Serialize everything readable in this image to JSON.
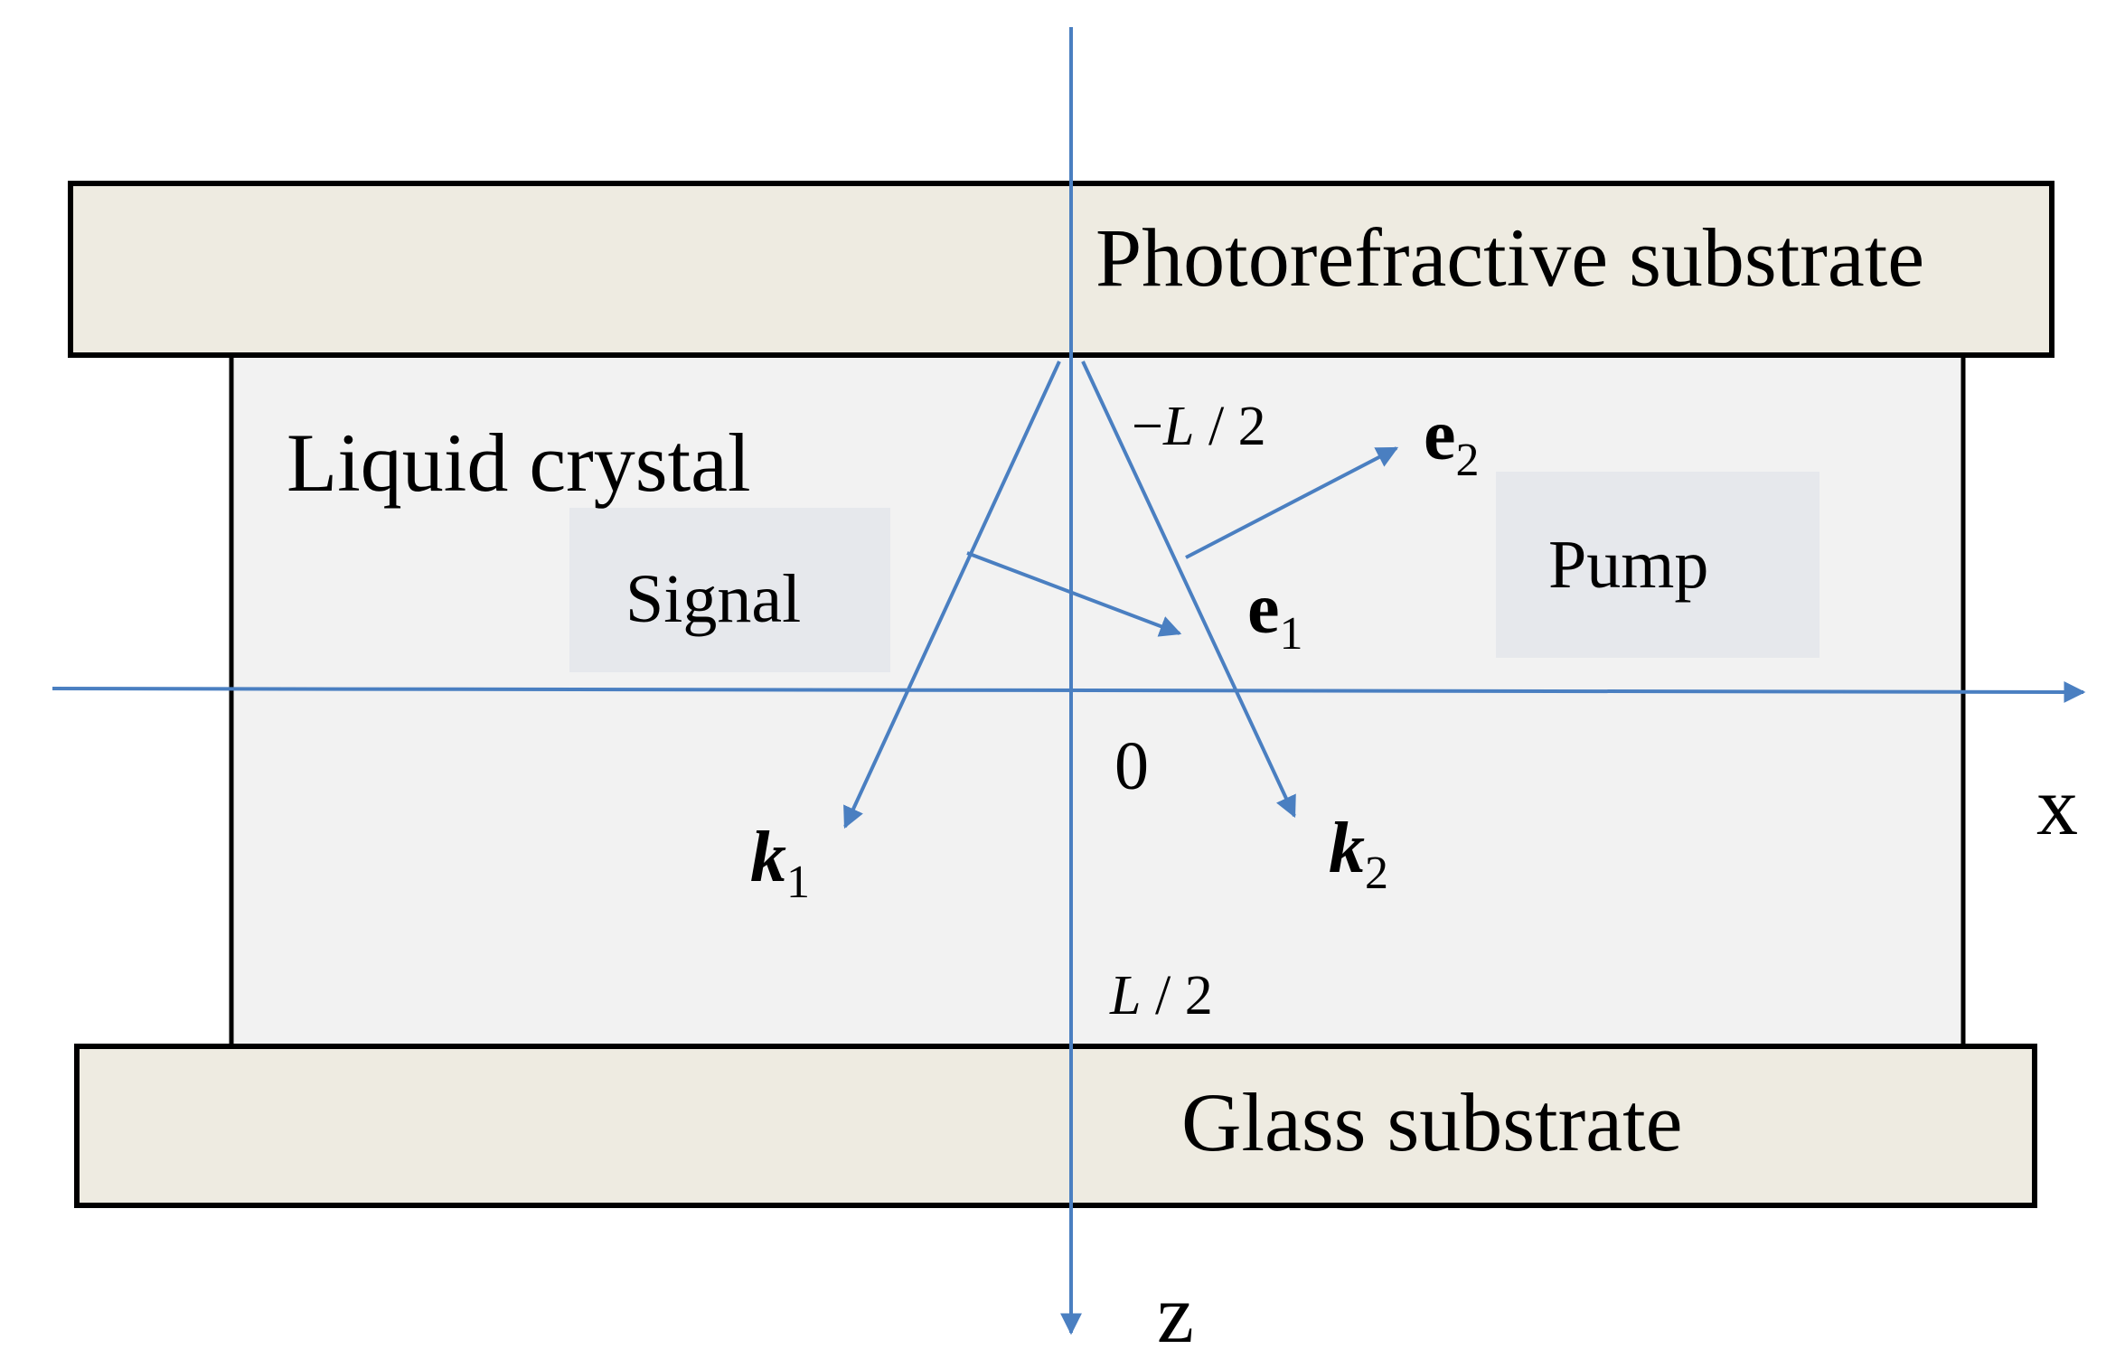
{
  "labels": {
    "top_substrate": "Photorefractive substrate",
    "bottom_substrate": "Glass substrate",
    "medium": "Liquid crystal",
    "signal": "Signal",
    "pump": "Pump",
    "origin": "0",
    "x_axis": "x",
    "z_axis": "z",
    "minus_half_L": {
      "sign": "−",
      "var": "L",
      "rest": " / 2"
    },
    "half_L": {
      "var": "L",
      "rest": " / 2"
    },
    "k1": {
      "base": "k",
      "sub": "1"
    },
    "k2": {
      "base": "k",
      "sub": "2"
    },
    "e1": {
      "base": "e",
      "sub": "1"
    },
    "e2": {
      "base": "e",
      "sub": "2"
    }
  },
  "colors": {
    "arrow_blue": "#4a7fc1",
    "substrate_fill": "#eeebe1",
    "lc_fill": "#f2f2f2",
    "label_box_fill": "#e6e8ec",
    "outline": "#000000"
  }
}
